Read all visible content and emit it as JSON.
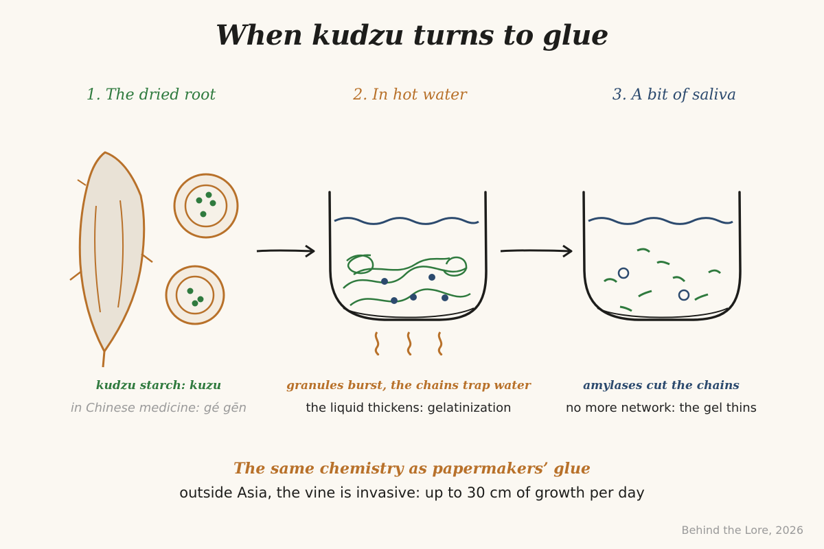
{
  "title": "When kudzu turns to glue",
  "colors": {
    "background": "#fbf8f2",
    "green": "#2f7a3e",
    "orange": "#b8712a",
    "navy": "#2c4a6e",
    "ink": "#1d1d1b",
    "muted": "#9a9a9a"
  },
  "steps": [
    {
      "title": "1. The dried root",
      "caption": "kudzu starch: kuzu",
      "subcaption": "in Chinese medicine: gé gēn"
    },
    {
      "title": "2. In hot water",
      "caption": "granules burst, the chains trap water",
      "subcaption": "the liquid thickens: gelatinization"
    },
    {
      "title": "3. A bit of saliva",
      "caption": "amylases cut the chains",
      "subcaption": "no more network: the gel thins"
    }
  ],
  "footer": {
    "headline": "The same chemistry as papermakers’ glue",
    "text": "outside Asia, the vine is invasive: up to 30 cm of growth per day"
  },
  "credit": "Behind the Lore, 2026"
}
